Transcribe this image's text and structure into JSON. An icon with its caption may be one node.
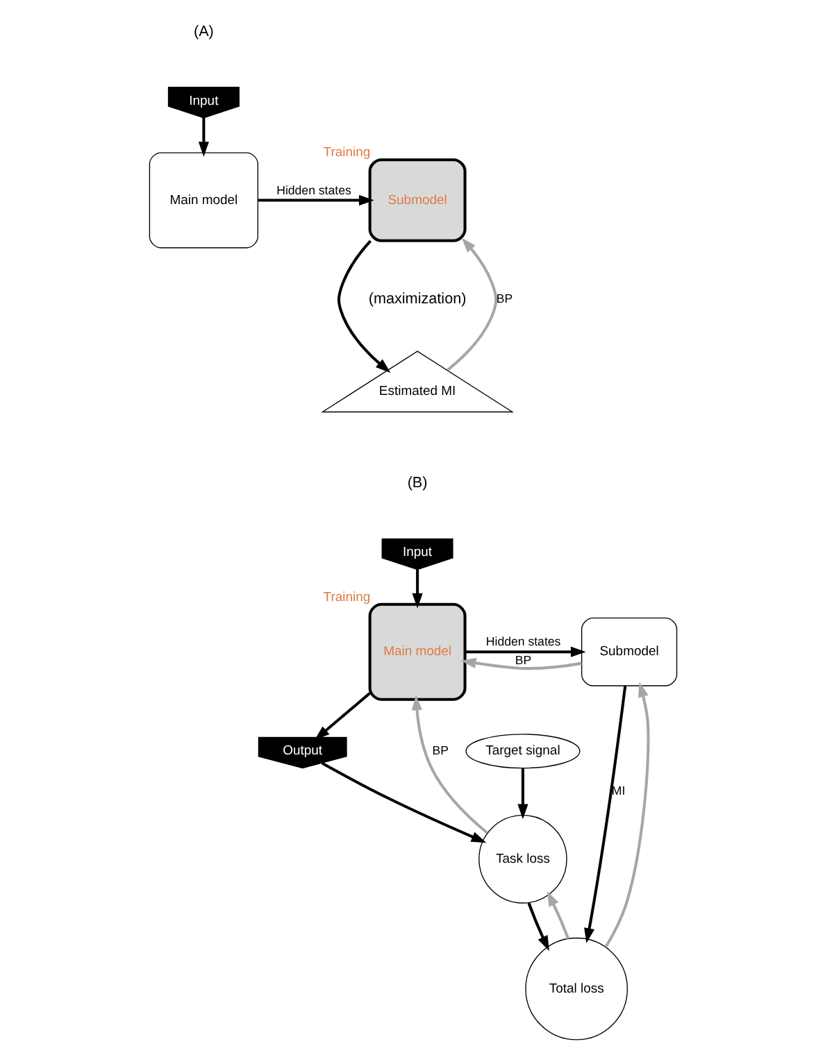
{
  "diagram": {
    "nodes": [
      {
        "text": [
          "Main model"
        ]
      },
      {
        "text": [
          "Submodel"
        ],
        "beside": [
          "Training"
        ]
      },
      {
        "text": [
          "Estimated MI"
        ]
      },
      {
        "text": [
          "Input"
        ]
      },
      {
        "text": [
          "Input"
        ]
      },
      {
        "text": [
          "Main model"
        ],
        "beside": [
          "Training"
        ]
      },
      {
        "text": [
          "Submodel"
        ]
      },
      {
        "text": [
          "Total loss"
        ]
      },
      {
        "text": [
          "Output"
        ]
      },
      {
        "text": [
          "Target signal"
        ]
      },
      {
        "text": [
          "Task loss"
        ]
      }
    ],
    "edges": [
      {
        "from": 3,
        "to": 0,
        "arrow": "to"
      },
      {
        "from": 0,
        "to": 1,
        "label": "Hidden states",
        "arrow": "to"
      },
      {
        "from": 1,
        "to": 2,
        "arrow": "to"
      },
      {
        "from": 2,
        "to": 1,
        "label": "BP",
        "arrow": "to",
        "color": "#a6a6a6"
      },
      {
        "from": 4,
        "to": 5,
        "arrow": "to"
      },
      {
        "from": 5,
        "to": 6,
        "label": "Hidden states",
        "arrow": "to"
      },
      {
        "from": 6,
        "to": 5,
        "label": "BP",
        "arrow": "to",
        "color": "#a6a6a6"
      },
      {
        "from": 6,
        "to": 7,
        "label": "MI",
        "arrow": "to"
      },
      {
        "from": 7,
        "to": 6,
        "arrow": "to",
        "color": "#a6a6a6"
      },
      {
        "from": 5,
        "to": 8,
        "arrow": "to"
      },
      {
        "from": 8,
        "to": 10,
        "arrow": "to"
      },
      {
        "from": 10,
        "to": 5,
        "label": "BP",
        "arrow": "to",
        "color": "#a6a6a6"
      },
      {
        "from": 9,
        "to": 10,
        "arrow": "to"
      },
      {
        "from": 10,
        "to": 7,
        "arrow": "to"
      },
      {
        "from": 7,
        "to": 10,
        "arrow": "to",
        "color": "#a6a6a6"
      }
    ],
    "labels": [
      "(A)",
      "(maximization)",
      "(B)"
    ]
  }
}
